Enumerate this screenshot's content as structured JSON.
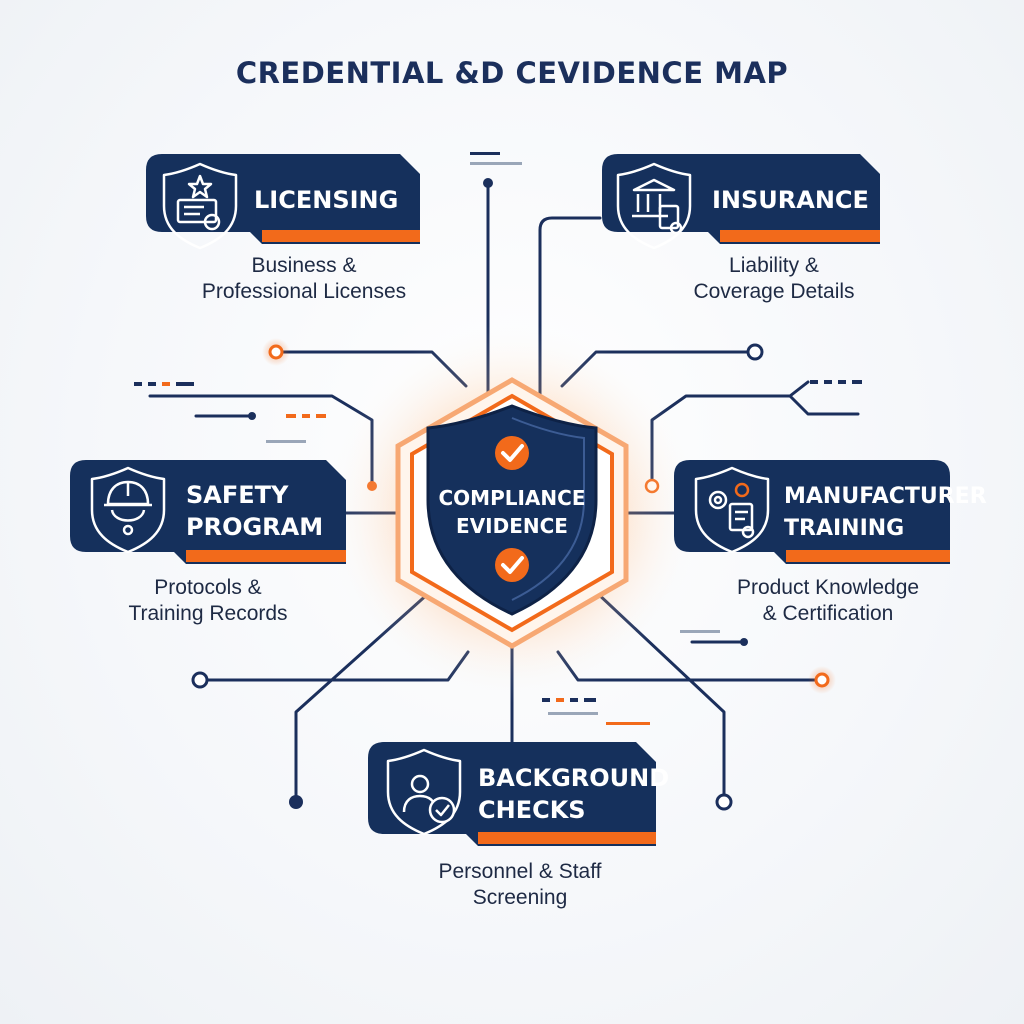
{
  "title": "CREDENTIAL &D CEVIDENCE MAP",
  "center": {
    "label_line1": "COMPLIANCE",
    "label_line2": "EVIDENCE",
    "icon": "check-circle-icon"
  },
  "nodes": {
    "licensing": {
      "title_line1": "LICENSING",
      "desc_line1": "Business &",
      "desc_line2": "Professional Licenses",
      "icon": "license-certificate-icon"
    },
    "insurance": {
      "title_line1": "INSURANCE",
      "desc_line1": "Liability &",
      "desc_line2": "Coverage Details",
      "icon": "bank-policy-icon"
    },
    "safety": {
      "title_line1": "SAFETY",
      "title_line2": "PROGRAM",
      "desc_line1": "Protocols &",
      "desc_line2": "Training Records",
      "icon": "hard-hat-icon"
    },
    "manufacturer": {
      "title_line1": "MANUFACTURER",
      "title_line2": "TRAINING",
      "desc_line1": "Product Knowledge",
      "desc_line2": "& Certification",
      "icon": "gears-certificate-icon"
    },
    "background": {
      "title_line1": "BACKGROUND",
      "title_line2": "CHECKS",
      "desc_line1": "Personnel & Staff",
      "desc_line2": "Screening",
      "icon": "person-check-icon"
    }
  },
  "colors": {
    "navy": "#15305c",
    "orange": "#f26a1b",
    "line": "#1b2f5c",
    "text": "#1e2a44"
  }
}
